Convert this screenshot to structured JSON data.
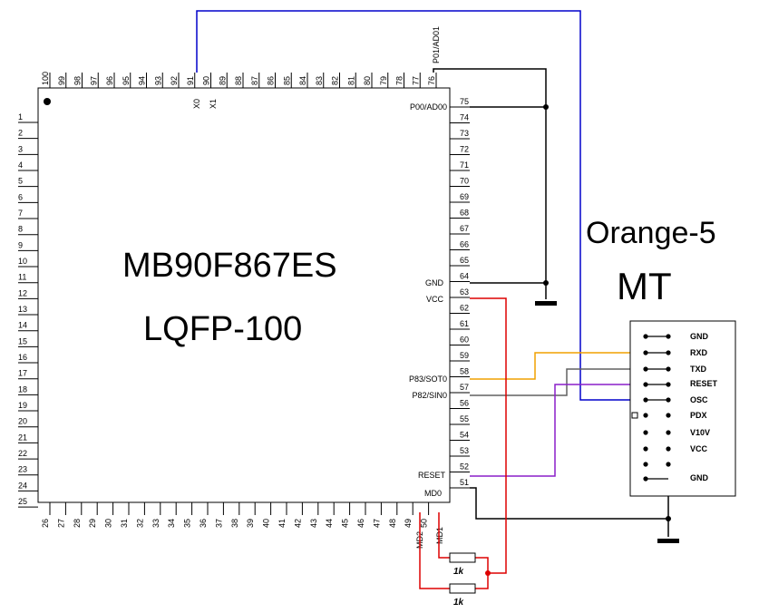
{
  "chip": {
    "part_number": "MB90F867ES",
    "package": "LQFP-100",
    "left_pins": [
      "1",
      "2",
      "3",
      "4",
      "5",
      "6",
      "7",
      "8",
      "9",
      "10",
      "11",
      "12",
      "13",
      "14",
      "15",
      "16",
      "17",
      "18",
      "19",
      "20",
      "21",
      "22",
      "23",
      "24",
      "25"
    ],
    "right_pins": [
      "75",
      "74",
      "73",
      "72",
      "71",
      "70",
      "69",
      "68",
      "67",
      "66",
      "65",
      "64",
      "63",
      "62",
      "61",
      "60",
      "59",
      "58",
      "57",
      "56",
      "55",
      "54",
      "53",
      "52",
      "51"
    ],
    "top_pins": [
      "100",
      "99",
      "98",
      "97",
      "96",
      "95",
      "94",
      "93",
      "92",
      "91",
      "90",
      "89",
      "88",
      "87",
      "86",
      "85",
      "84",
      "83",
      "82",
      "81",
      "80",
      "79",
      "78",
      "77",
      "76"
    ],
    "bottom_pins": [
      "26",
      "27",
      "28",
      "29",
      "30",
      "31",
      "32",
      "33",
      "34",
      "35",
      "36",
      "37",
      "38",
      "39",
      "40",
      "41",
      "42",
      "43",
      "44",
      "45",
      "46",
      "47",
      "48",
      "49",
      "50"
    ],
    "signals": {
      "p00": "P00/AD00",
      "gnd": "GND",
      "vcc": "VCC",
      "p83": "P83/SOT0",
      "p82": "P82/SIN0",
      "reset": "RESET",
      "md0": "MD0",
      "p01": "P01/AD01",
      "x0": "X0",
      "x1": "X1",
      "md2": "MD2",
      "md1": "MD1"
    }
  },
  "programmer": {
    "name": "Orange-5",
    "model": "MT",
    "connector_labels": [
      "GND",
      "RXD",
      "TXD",
      "RESET",
      "OSC",
      "PDX",
      "V10V",
      "VCC",
      "GND"
    ]
  },
  "resistors": [
    {
      "value": "1k"
    },
    {
      "value": "1k"
    }
  ],
  "colors": {
    "osc_wire": "#0000cc",
    "rxd_wire": "#f0a000",
    "txd_wire": "#606060",
    "reset_wire": "#8a1fc8",
    "vcc_wire": "#dd0000",
    "gnd_wire": "#000000"
  }
}
